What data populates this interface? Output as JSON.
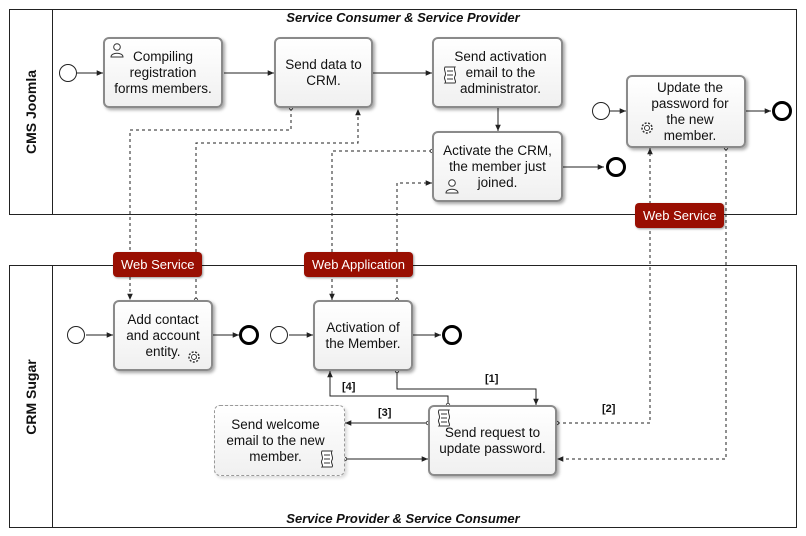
{
  "pools": {
    "top": {
      "label": "CMS Joomla",
      "title": "Service Consumer & Service Provider"
    },
    "bottom": {
      "label": "CRM Sugar",
      "title": "Service Provider & Service Consumer"
    }
  },
  "tasks": {
    "compiling": "Compiling registration forms members.",
    "send_data": "Send data to CRM.",
    "send_activation": "Send activation email to the administrator.",
    "activate_crm": "Activate the CRM, the member just joined.",
    "update_password": "Update the password for the new member.",
    "add_contact": "Add contact and account entity.",
    "activation_member": "Activation of the Member.",
    "send_request": "Send request to update password.",
    "send_welcome": "Send welcome email to the new member."
  },
  "badges": {
    "web_service_left": "Web Service",
    "web_application": "Web Application",
    "web_service_right": "Web Service"
  },
  "flow_labels": {
    "one": "[1]",
    "two": "[2]",
    "three": "[3]",
    "four": "[4]"
  },
  "icons": {
    "compiling": "user-icon",
    "send_activation": "script-icon",
    "activate_crm": "user-icon",
    "update_password": "gear-icon",
    "add_contact": "gear-icon",
    "send_request": "script-icon",
    "send_welcome": "script-icon"
  },
  "colors": {
    "badge": "#990f02",
    "task_border": "#8a8a8a"
  }
}
